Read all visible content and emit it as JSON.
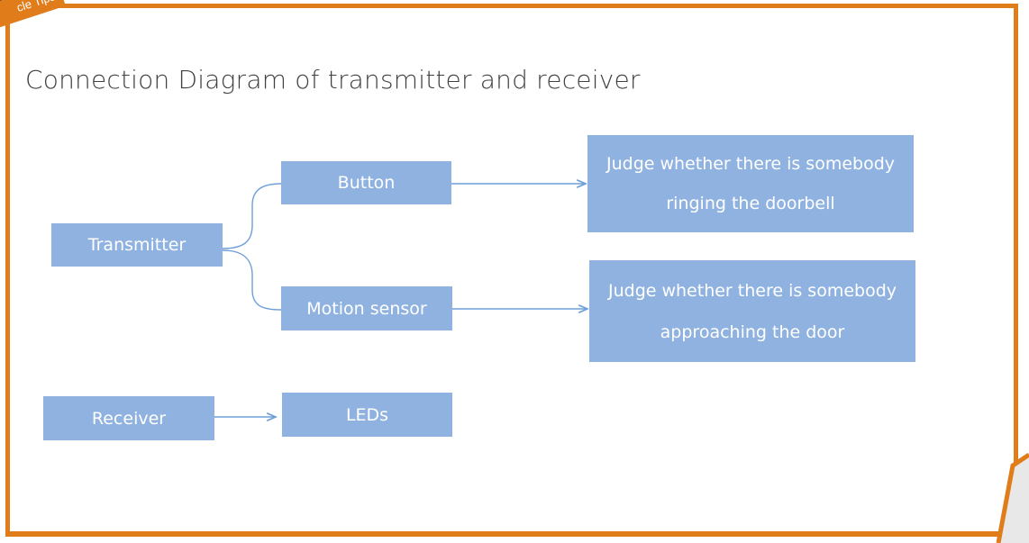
{
  "slide": {
    "badge_text": "cle Tips",
    "title": "Connection Diagram of transmitter and receiver"
  },
  "nodes": {
    "transmitter": "Transmitter",
    "button": "Button",
    "motion_sensor": "Motion sensor",
    "judge_ring": "Judge whether there is somebody ringing the doorbell",
    "judge_approach": "Judge whether there is somebody approaching the door",
    "receiver": "Receiver",
    "leds": "LEDs"
  },
  "colors": {
    "frame": "#e07c1a",
    "node_fill": "#8fb2e0",
    "connector": "#6f9fd8",
    "title_text": "#404040"
  }
}
